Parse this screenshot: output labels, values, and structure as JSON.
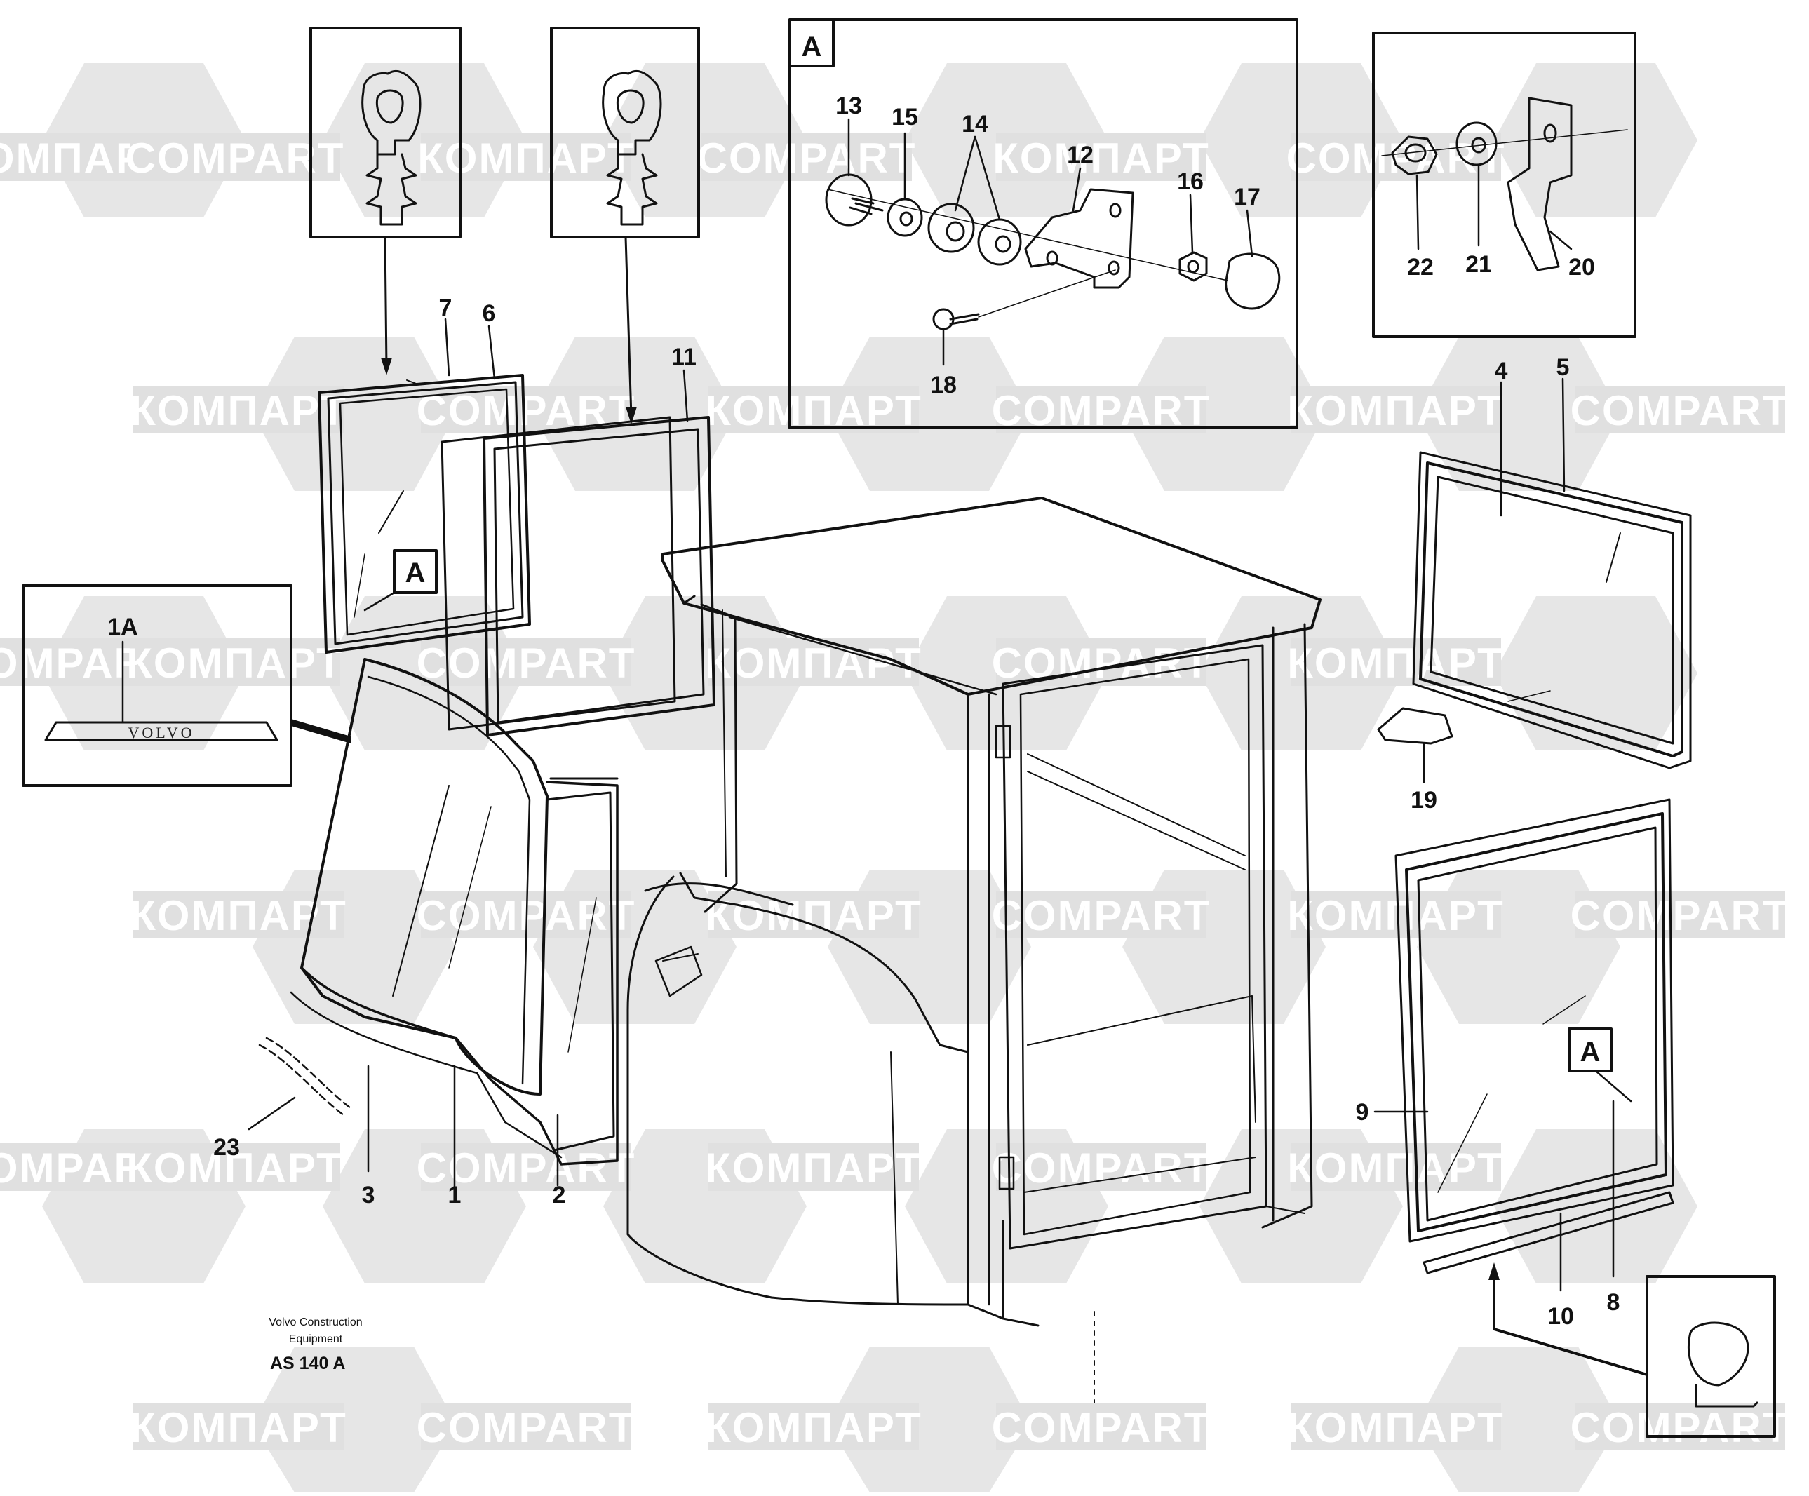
{
  "watermark": {
    "latin": "COMPART",
    "cyrillic": "КОМПАРТ",
    "color": "#e0e0e0"
  },
  "detail_marker": "A",
  "emblem": {
    "label": "1A",
    "text": "VOLVO"
  },
  "callouts": [
    "1",
    "2",
    "3",
    "4",
    "5",
    "6",
    "7",
    "8",
    "9",
    "10",
    "11",
    "12",
    "13",
    "14",
    "15",
    "16",
    "17",
    "18",
    "19",
    "20",
    "21",
    "22",
    "23"
  ],
  "footer": {
    "maker_line1": "Volvo Construction",
    "maker_line2": "Equipment",
    "drawing_code": "AS 140 A"
  }
}
